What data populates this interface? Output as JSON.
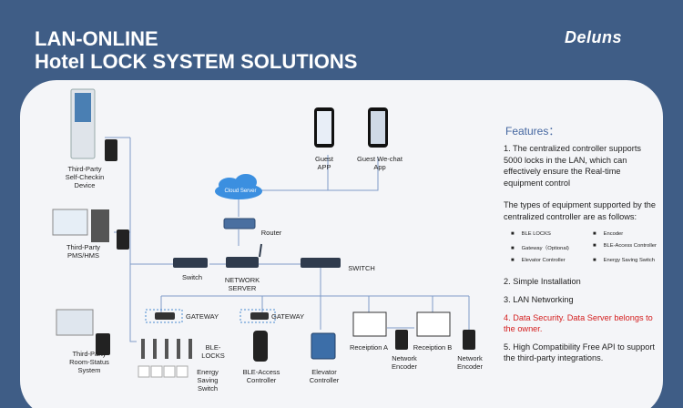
{
  "header": {
    "title_line1": "LAN-ONLINE",
    "title_line2": "Hotel LOCK SYSTEM SOLUTIONS",
    "logo_text": "Deluns"
  },
  "nodes": {
    "checkin": "Third-Party Self-Checkin Device",
    "pms": "Third-Party PMS/HMS",
    "room_status": "Third-Party Room-Status System",
    "guest_app": "Guest APP",
    "guest_wechat": "Guest We-chat App",
    "cloud": "Cloud Server",
    "router": "Router",
    "switch_left": "Switch",
    "network_server": "NETWORK SERVER",
    "switch_right": "SWITCH",
    "gateway1": "GATEWAY",
    "gateway2": "GATEWAY",
    "ble_locks": "BLE-LOCKS",
    "energy_switch": "Energy Saving Switch",
    "ble_access": "BLE-Access Controller",
    "elevator": "Elevator Controller",
    "reception_a": "Receiption A",
    "reception_b": "Receiption B",
    "encoder1": "Network Encoder",
    "encoder2": "Network Encoder"
  },
  "features": {
    "title": "Features：",
    "item1": "1. The centralized controller supports 5000 locks in the LAN, which can effectively ensure the Real-time equipment control",
    "types_intro": "The types of equipment supported by the centralized controller are as follows:",
    "equipment": [
      "BLE LOCKS",
      "Encoder",
      "Gateway（Optional)",
      "BLE-Access Controller",
      "Elevator Controller",
      "Energy Saving Switch"
    ],
    "item2": "2. Simple Installation",
    "item3": "3. LAN Networking",
    "item4": "4. Data Security.  Data Server belongs to the owner.",
    "item5": "5. High Compatibility  Free API to support the third-party integrations."
  },
  "colors": {
    "background": "#3f5d86",
    "panel": "#f4f5f8",
    "line": "#7f9cc8",
    "red": "#d42020",
    "feature_title": "#4466a0"
  }
}
